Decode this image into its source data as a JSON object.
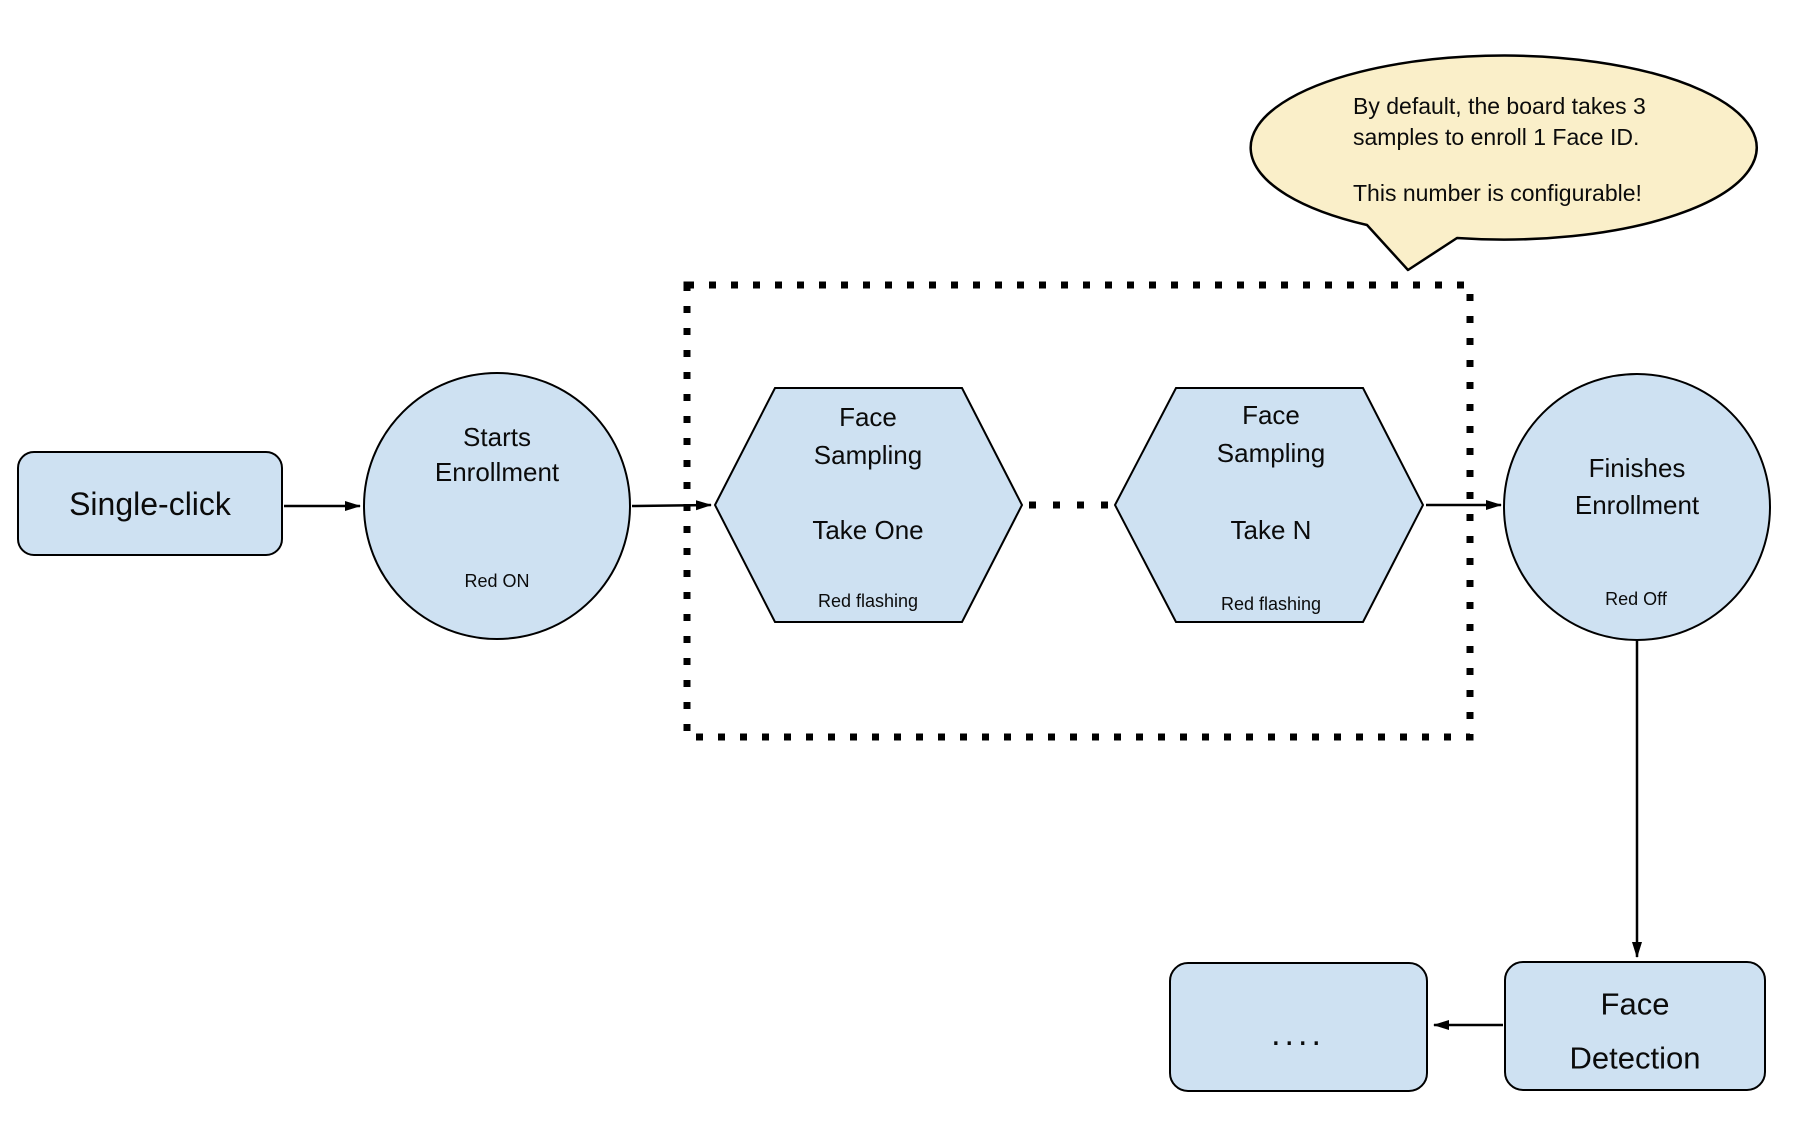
{
  "colors": {
    "shape_fill": "#cee1f2",
    "bubble_fill": "#faefc9",
    "ink": "#000000",
    "text": "#0b0b0b",
    "bg": "#ffffff"
  },
  "single_click": {
    "label": "Single-click"
  },
  "starts_circle": {
    "line1": "Starts",
    "line2": "Enrollment",
    "status": "Red ON"
  },
  "sampling_group": {
    "hex_first": {
      "line1": "Face",
      "line2": "Sampling",
      "take": "Take One",
      "status": "Red flashing"
    },
    "hex_last": {
      "line1": "Face",
      "line2": "Sampling",
      "take": "Take N",
      "status": "Red flashing"
    }
  },
  "finishes_circle": {
    "line1": "Finishes",
    "line2": "Enrollment",
    "status": "Red Off"
  },
  "face_detection_box": {
    "line1": "Face",
    "line2": "Detection"
  },
  "continuation_box": {
    "label": "...."
  },
  "callout": {
    "line1": "By default, the board takes 3",
    "line2": "samples to enroll 1 Face ID.",
    "line3": "This number is configurable!"
  }
}
